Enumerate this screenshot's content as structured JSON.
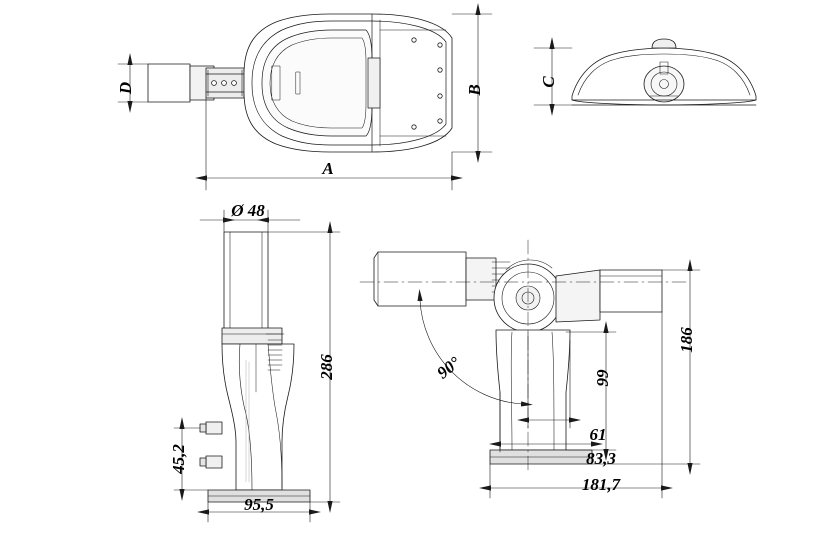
{
  "drawing": {
    "title": "Luminaire outline dimensions drawing",
    "line_color": "#1a1a1a",
    "fill_color": "#ffffff",
    "shade_color": "#e8e8e8",
    "views": [
      {
        "name": "top-view",
        "label": ""
      },
      {
        "name": "end-view",
        "label": ""
      },
      {
        "name": "side-view",
        "label": ""
      },
      {
        "name": "bracket-view",
        "label": ""
      }
    ],
    "dimensions": {
      "top_view": {
        "length": "A",
        "width": "B",
        "mount_height": "D"
      },
      "end_view": {
        "height": "C"
      },
      "side_view": {
        "diameter": "Ø 48",
        "total_height": "286",
        "offset": "45,2",
        "base_width": "95,5"
      },
      "bracket_view": {
        "angle": "90°",
        "height_right": "186",
        "height_inner": "99",
        "width_1": "61",
        "width_2": "83,3",
        "width_3": "181,7"
      }
    }
  }
}
